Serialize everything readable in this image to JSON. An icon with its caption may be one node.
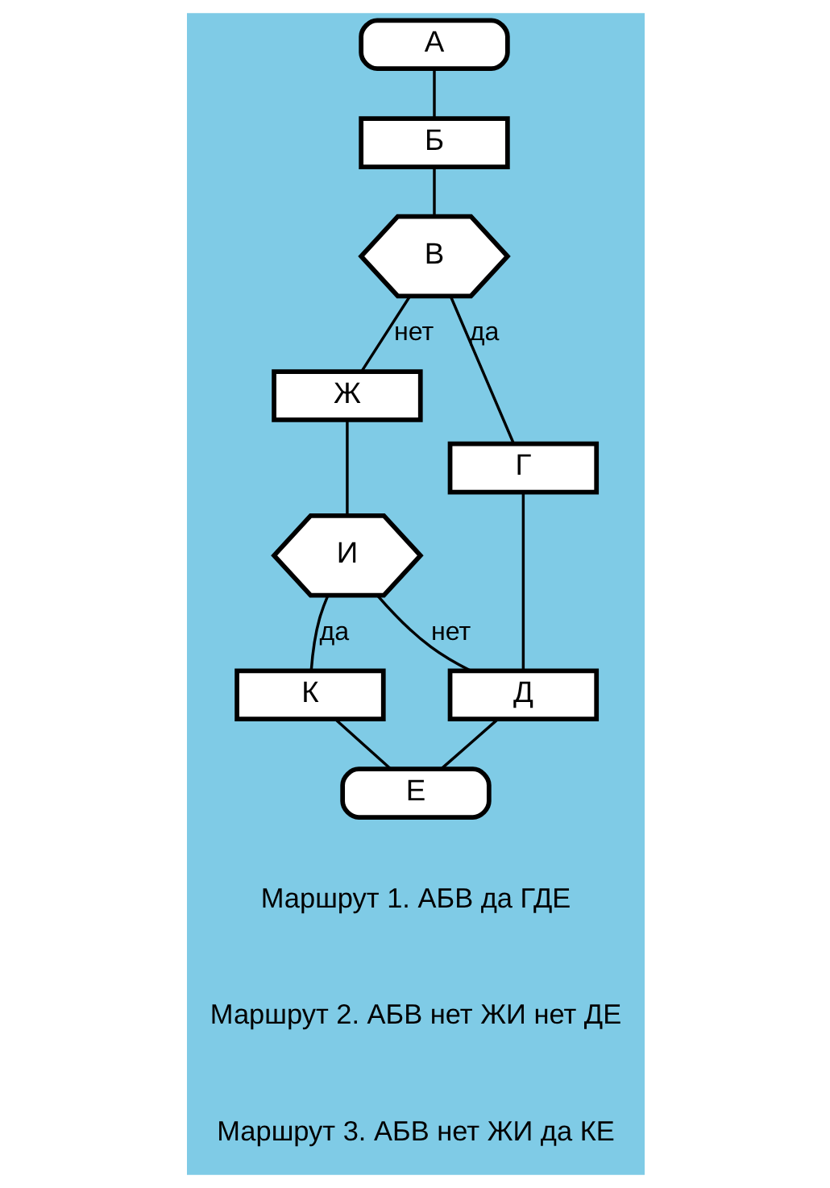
{
  "diagram": {
    "nodes": [
      {
        "text": [
          "А"
        ]
      },
      {
        "text": [
          "Б"
        ]
      },
      {
        "text": [
          "В"
        ]
      },
      {
        "text": [
          "Ж"
        ]
      },
      {
        "text": [
          "Г"
        ]
      },
      {
        "text": [
          "И"
        ]
      },
      {
        "text": [
          "К"
        ]
      },
      {
        "text": [
          "Д"
        ]
      },
      {
        "text": [
          "Е"
        ]
      }
    ],
    "edges": [
      {
        "from": 0,
        "to": 1,
        "arrow": "none"
      },
      {
        "from": 1,
        "to": 2,
        "arrow": "none"
      },
      {
        "from": 2,
        "to": 4,
        "label": "да",
        "arrow": "none"
      },
      {
        "from": 2,
        "to": 3,
        "label": "нет",
        "arrow": "none"
      },
      {
        "from": 3,
        "to": 5,
        "arrow": "none"
      },
      {
        "from": 4,
        "to": 7,
        "arrow": "none"
      },
      {
        "from": 5,
        "to": 7,
        "label": "нет",
        "arrow": "none"
      },
      {
        "from": 5,
        "to": 6,
        "label": "да",
        "arrow": "none"
      },
      {
        "from": 7,
        "to": 8,
        "arrow": "none"
      },
      {
        "from": 6,
        "to": 8,
        "arrow": "none"
      }
    ],
    "labels": [
      "Маршрут 1. АБВ да ГДЕ",
      "Маршрут 2. АБВ нет ЖИ нет ДЕ",
      "Маршрут 3. АБВ нет ЖИ да КЕ"
    ]
  }
}
